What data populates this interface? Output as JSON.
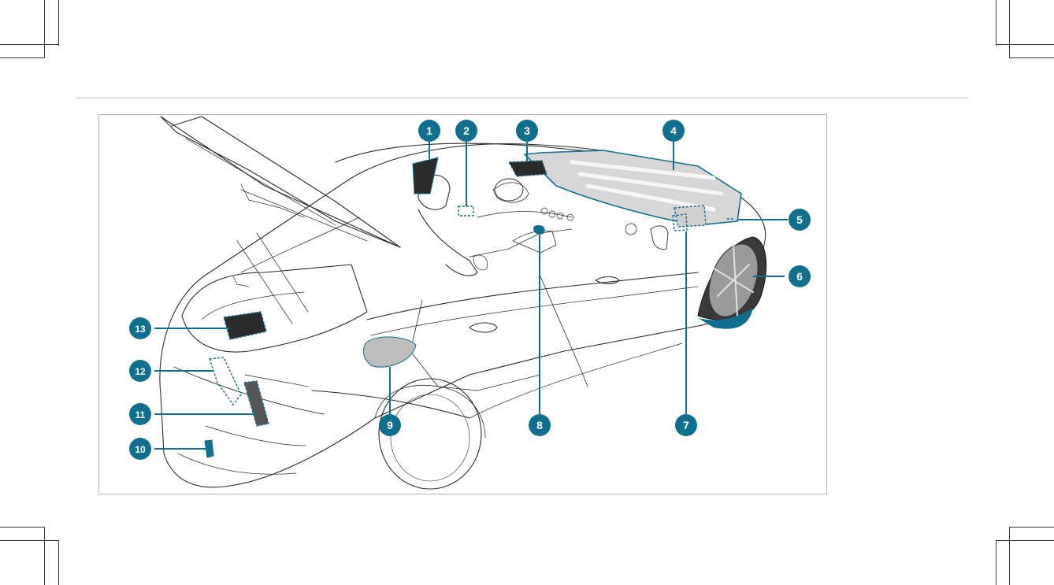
{
  "colors": {
    "accent": "#0f6f8f",
    "line": "#2b2b2b",
    "highlight_fill": "#c9c9c9",
    "callout_text": "#ffffff"
  },
  "callouts": [
    {
      "id": "1",
      "label": "1"
    },
    {
      "id": "2",
      "label": "2"
    },
    {
      "id": "3",
      "label": "3"
    },
    {
      "id": "4",
      "label": "4"
    },
    {
      "id": "5",
      "label": "5"
    },
    {
      "id": "6",
      "label": "6"
    },
    {
      "id": "7",
      "label": "7"
    },
    {
      "id": "8",
      "label": "8"
    },
    {
      "id": "9",
      "label": "9"
    },
    {
      "id": "10",
      "label": "10"
    },
    {
      "id": "11",
      "label": "11"
    },
    {
      "id": "12",
      "label": "12"
    },
    {
      "id": "13",
      "label": "13"
    }
  ]
}
